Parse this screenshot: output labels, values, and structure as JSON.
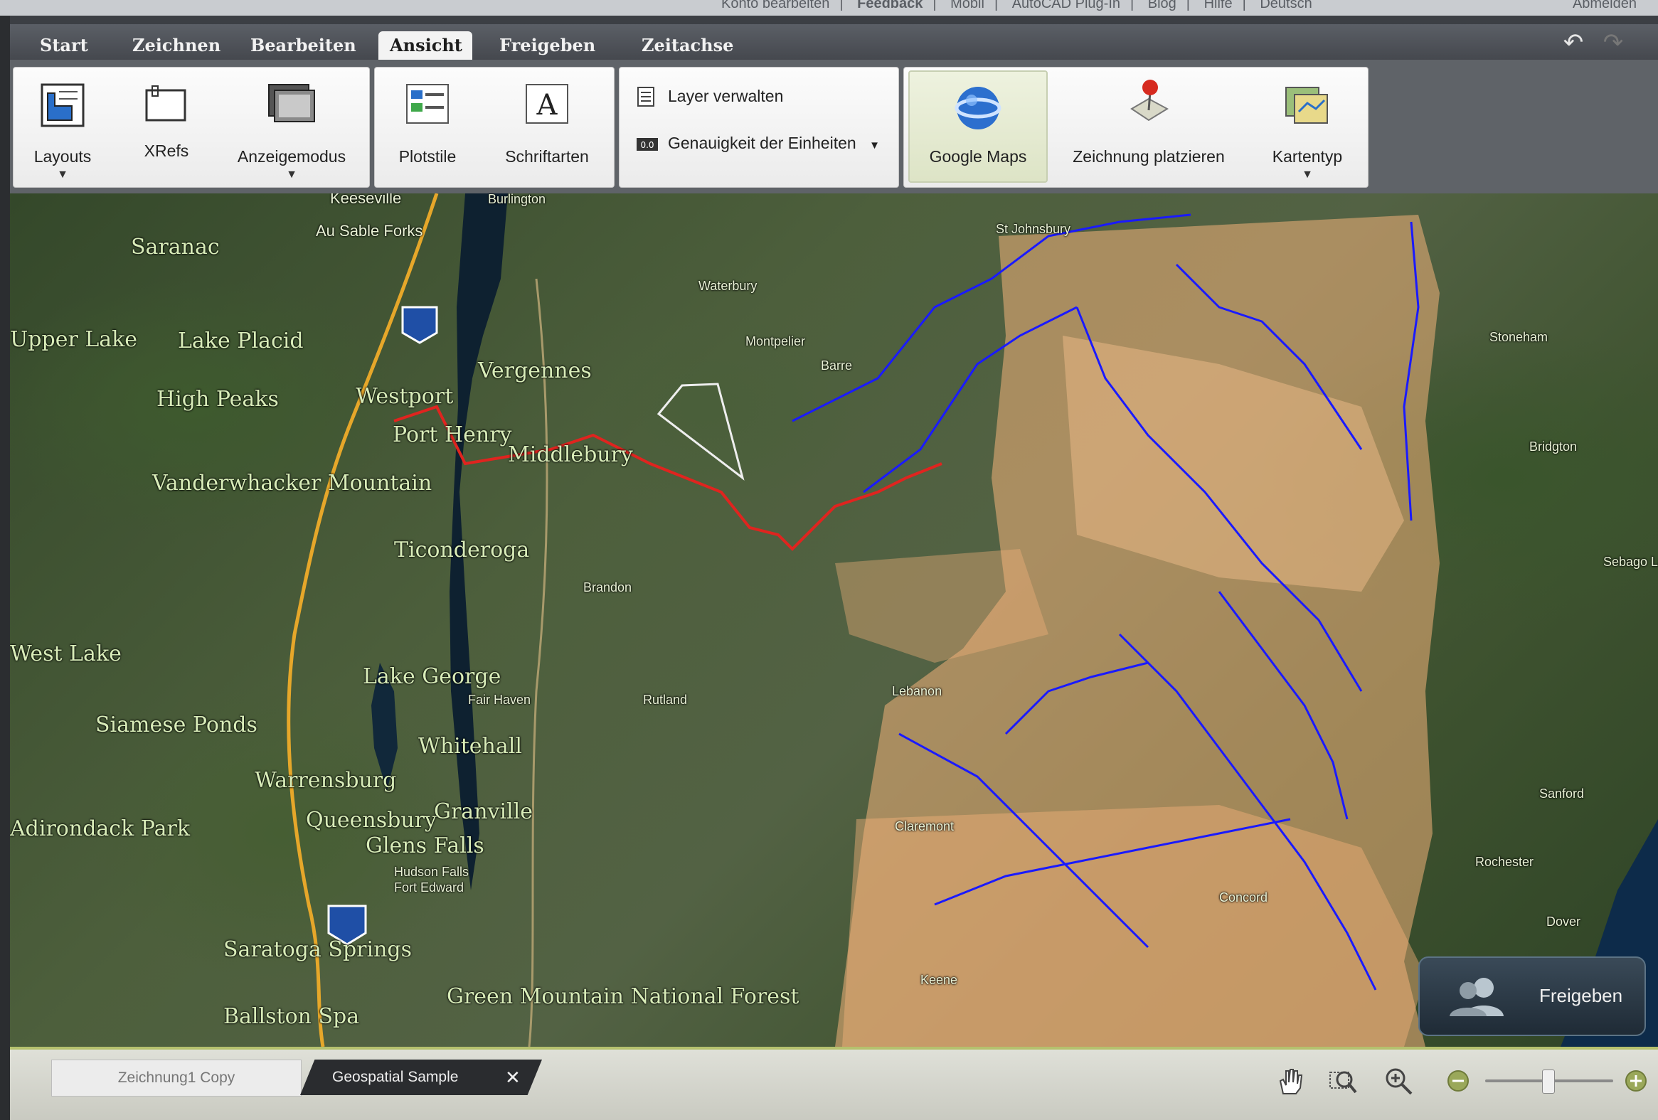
{
  "top_links": {
    "items": [
      "Konto bearbeiten",
      "Feedback",
      "Mobil",
      "AutoCAD Plug-In",
      "Blog",
      "Hilfe",
      "Deutsch"
    ],
    "logout": "Abmelden"
  },
  "menu": {
    "tabs": [
      "Start",
      "Zeichnen",
      "Bearbeiten",
      "Ansicht",
      "Freigeben",
      "Zeitachse"
    ],
    "active": "Ansicht"
  },
  "ribbon": {
    "layouts": "Layouts",
    "xrefs": "XRefs",
    "anzeigemodus": "Anzeigemodus",
    "plotstile": "Plotstile",
    "schriftarten": "Schriftarten",
    "layer_verwalten": "Layer verwalten",
    "genauigkeit": "Genauigkeit der Einheiten",
    "google_maps": "Google Maps",
    "zeichnung_platzieren": "Zeichnung platzieren",
    "kartentyp": "Kartentyp"
  },
  "map": {
    "labels": [
      "Keeseville",
      "Au Sable Forks",
      "Saranac",
      "Lake Placid",
      "High Peaks",
      "Upper Lake",
      "Westport",
      "Port Henry",
      "Vergennes",
      "Middlebury",
      "Vanderwhacker Mountain",
      "Ticonderoga",
      "West Lake",
      "Lake George",
      "Siamese Ponds",
      "Whitehall",
      "Warrensburg",
      "Glens Falls",
      "Queensbury",
      "Adirondack Park",
      "Hudson Falls",
      "Fort Edward",
      "Saratoga Springs",
      "Ballston Spa",
      "Green Mountain National Forest",
      "Granville",
      "Fair Haven",
      "Rutland",
      "Brandon",
      "Barre",
      "Montpelier",
      "Waterbury",
      "St Johnsbury",
      "Lebanon",
      "Claremont",
      "Keene",
      "Concord",
      "Rochester",
      "Dover",
      "Sanford",
      "Bridgton",
      "Stoneham",
      "Sebago Lake",
      "Burlington"
    ]
  },
  "share_button": "Freigeben",
  "tabs": {
    "tab1": "Zeichnung1 Copy",
    "tab2": "Geospatial Sample",
    "close": "✕"
  },
  "colors": {
    "parcel": "#f3b27a",
    "network": "#1a1aff",
    "route": "#e0241f",
    "highway": "#e6a72a"
  }
}
